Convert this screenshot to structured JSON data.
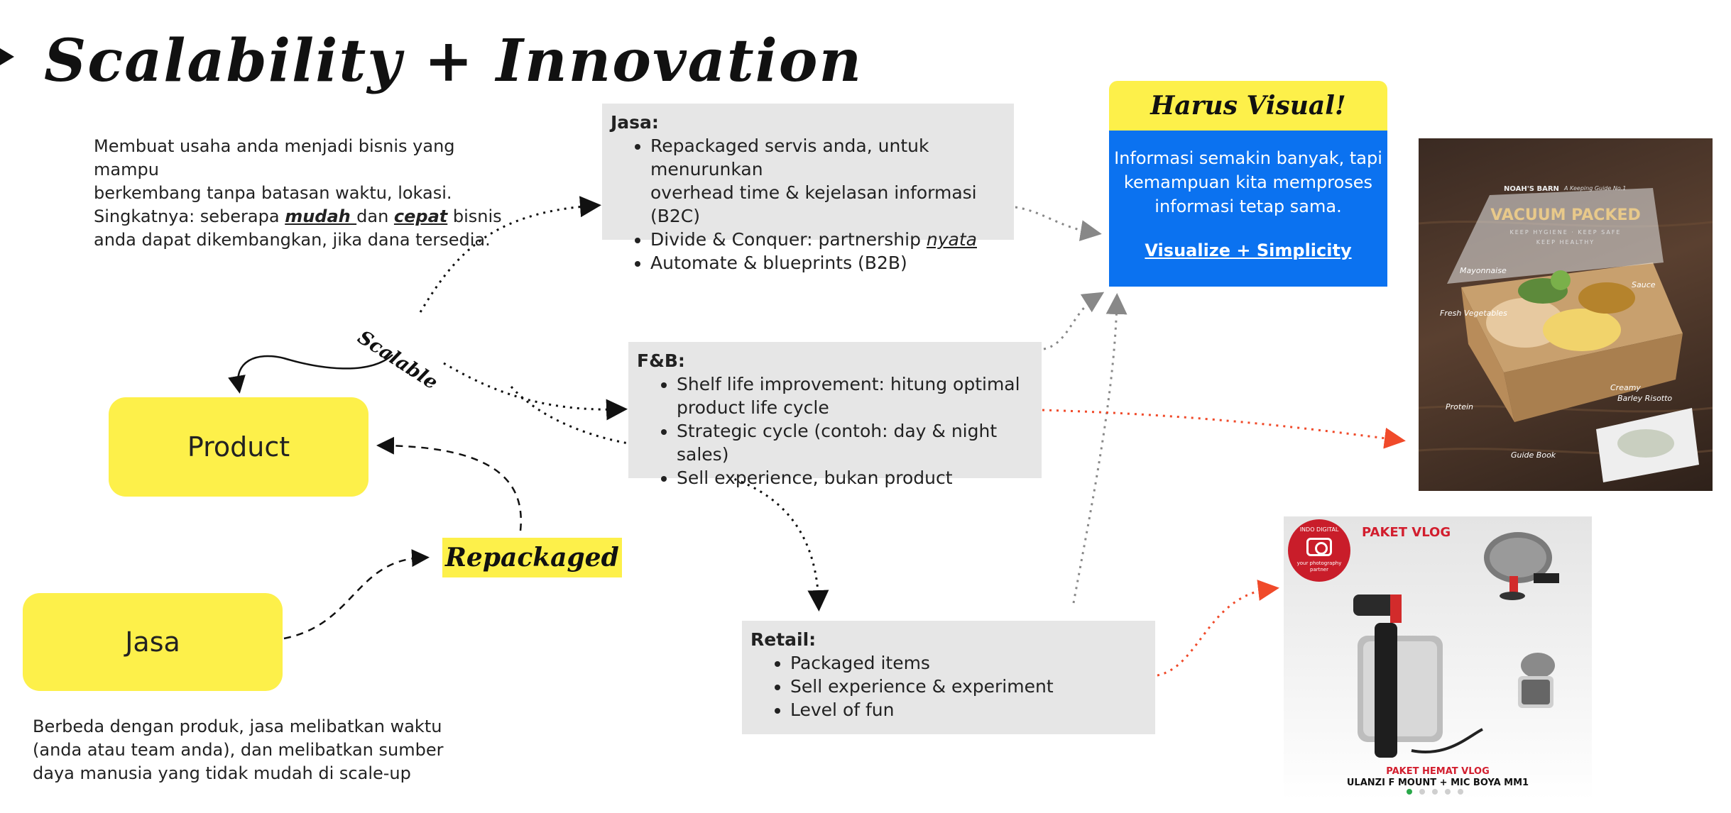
{
  "title": "Scalability + Innovation",
  "intro": {
    "line1": "Membuat usaha anda menjadi bisnis yang mampu",
    "line2": "berkembang tanpa batasan waktu, lokasi.",
    "line3_a": "Singkatnya: seberapa ",
    "line3_mudah": "mudah ",
    "line3_b": "dan ",
    "line3_cepat": "cepat",
    "line3_c": " bisnis",
    "line4": "anda dapat dikembangkan, jika dana tersedia."
  },
  "product_box": "Product",
  "jasa_box": "Jasa",
  "jasa_note": {
    "line1": "Berbeda dengan produk, jasa melibatkan waktu",
    "line2": "(anda atau team anda), dan melibatkan sumber",
    "line3": "daya manusia yang tidak mudah di scale-up"
  },
  "labels": {
    "scalable": "Scalable",
    "repackaged": "Repackaged"
  },
  "jasa_card": {
    "header": "Jasa:",
    "item1_line1": "Repackaged servis anda, untuk menurunkan",
    "item1_line2": "overhead time & kejelasan informasi (B2C)",
    "item2_a": "Divide & Conquer: partnership ",
    "item2_em": "nyata",
    "item3": "Automate & blueprints (B2B)"
  },
  "fnb_card": {
    "header": "F&B:",
    "item1_line1": "Shelf life improvement: hitung optimal",
    "item1_line2": "product life cycle",
    "item2": "Strategic cycle (contoh: day & night sales)",
    "item3": "Sell experience, bukan product"
  },
  "retail_card": {
    "header": "Retail:",
    "item1": "Packaged items",
    "item2": "Sell experience & experiment",
    "item3": "Level of fun"
  },
  "harus": {
    "heading": "Harus Visual!",
    "line1": "Informasi semakin banyak, tapi",
    "line2": "kemampuan kita memproses",
    "line3": "informasi tetap sama.",
    "link": "Visualize + Simplicity"
  },
  "food_photo": {
    "brand": "NOAH'S BARN",
    "subtitle": "A Keeping Guide No.1",
    "headline": "VACUUM PACKED",
    "tagline1": "KEEP HYGIENE · KEEP SAFE",
    "tagline2": "KEEP HEALTHY",
    "label_mayonnaise": "Mayonnaise",
    "label_sauce": "Sauce",
    "label_veg": "Fresh Vegetables",
    "label_protein": "Protein",
    "label_risotto1": "Creamy",
    "label_risotto2": "Barley Risotto",
    "label_guide": "Guide Book"
  },
  "vlog_photo": {
    "badge_top": "INDO DIGITAL",
    "badge_bottom1": "your photography",
    "badge_bottom2": "partner",
    "heading": "PAKET VLOG",
    "caption1": "PAKET HEMAT VLOG",
    "caption2": "ULANZI F MOUNT + MIC BOYA MM1"
  },
  "colors": {
    "yellow": "#fdf04a",
    "grey_card": "#e6e6e6",
    "blue": "#0b72f0",
    "red_arrow": "#f04a2a",
    "grey_arrow": "#888888"
  }
}
